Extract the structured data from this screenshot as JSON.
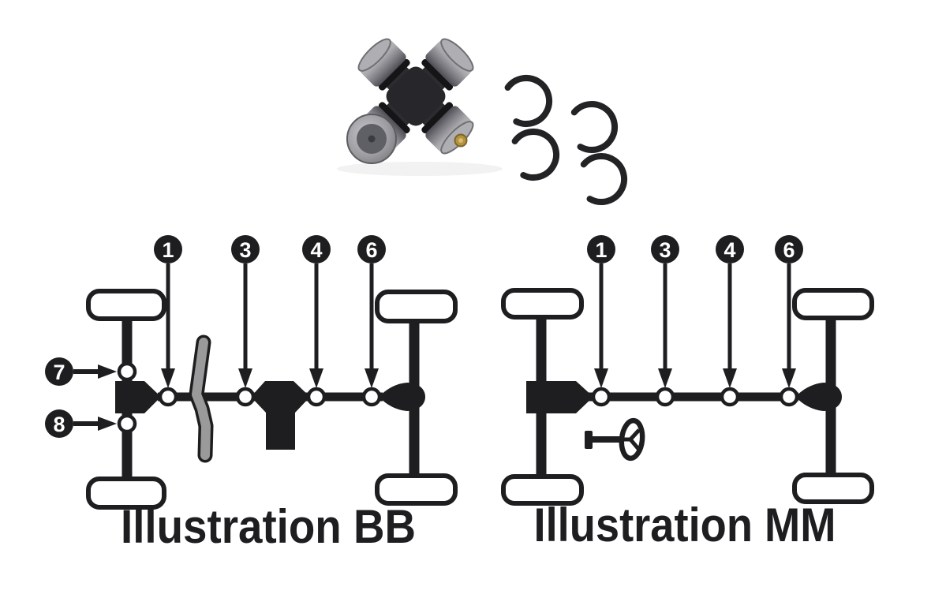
{
  "photo": {
    "name": "universal-joint-with-snap-rings",
    "parts": [
      "u-joint cross with four bearing caps",
      "four c-shaped snap rings"
    ],
    "colors": {
      "cap_metal": "#aeaeb3",
      "body": "#27272b",
      "grease_zerk_brass": "#b5923f",
      "snap_ring": "#232325"
    }
  },
  "bb": {
    "title": "Illustration BB",
    "top_callouts": [
      "1",
      "3",
      "4",
      "6"
    ],
    "side_callouts": [
      "7",
      "8"
    ]
  },
  "mm": {
    "title": "Illustration MM",
    "top_callouts": [
      "1",
      "3",
      "4",
      "6"
    ]
  },
  "colors": {
    "ink": "#1e1e20",
    "coupling_gray": "#9a9a9a",
    "background": "#ffffff"
  }
}
